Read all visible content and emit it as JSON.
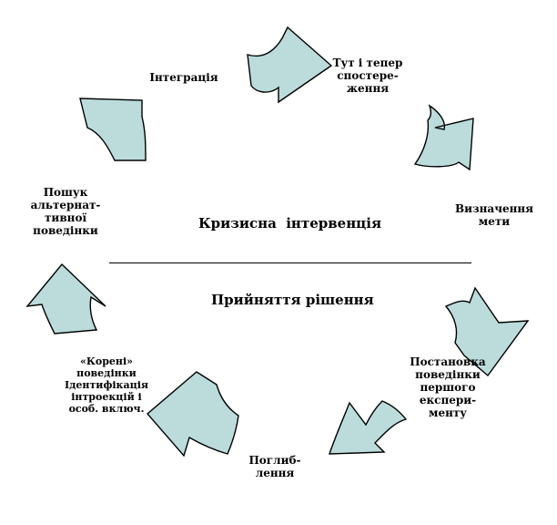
{
  "diagram": {
    "center_title": "Кризисна  інтервенція",
    "center_subtitle": "Прийняття рішення",
    "arrow_fill": "#bcdcdc",
    "stages": [
      {
        "id": "here-now",
        "label": "Тут і тепер\nспостере-\nження"
      },
      {
        "id": "goal",
        "label": "Визначення\nмети"
      },
      {
        "id": "first-experiment",
        "label": "Постановка\nповедінки\nпершого\nекспери-\nменту"
      },
      {
        "id": "deepening",
        "label": "Поглиб-\nлення"
      },
      {
        "id": "roots",
        "label": "«Корені»\nповедінки\nІдентифікація\nінтроекцій  і\nособ. включ."
      },
      {
        "id": "alternative",
        "label": "Пошук\nальтернат-\nтивної\nповедінки"
      },
      {
        "id": "integration",
        "label": "Інтеграція"
      }
    ]
  }
}
